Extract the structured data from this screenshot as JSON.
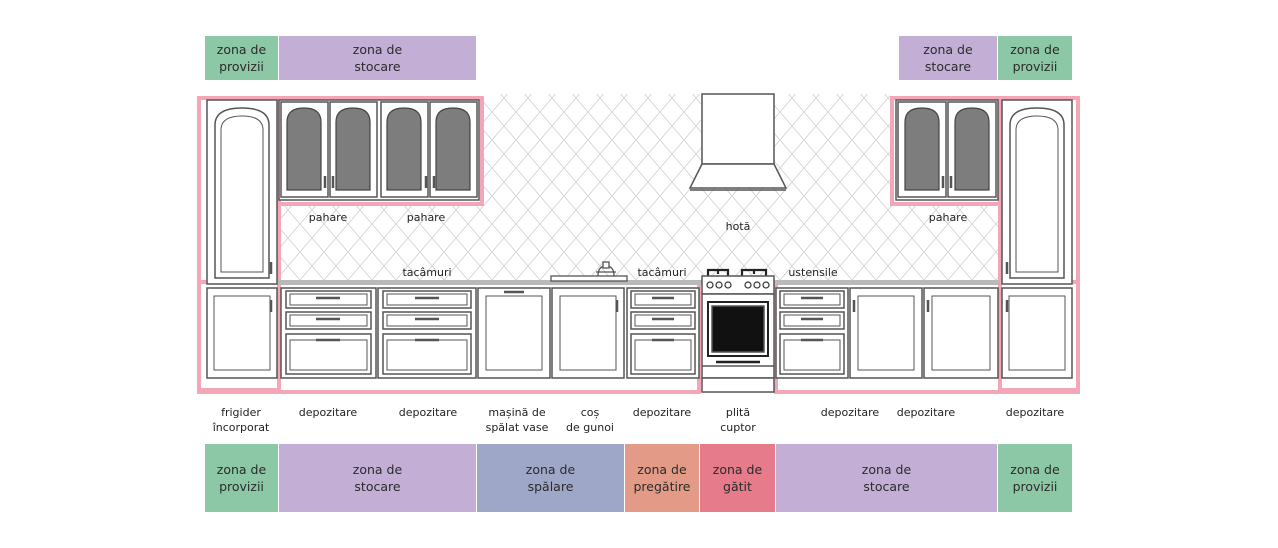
{
  "colors": {
    "provizii": "#8cc8a5",
    "stocare": "#c3aed6",
    "spalare": "#9ea7c8",
    "pregatire": "#e39b88",
    "gatit": "#e57b8b",
    "cabinet_outline": "#f2a6b6"
  },
  "top_zones": [
    {
      "text": "zona de\nprovizii",
      "color": "provizii"
    },
    {
      "text": "zona de\nstocare",
      "color": "stocare"
    },
    {
      "text": "zona de\nstocare",
      "color": "stocare"
    },
    {
      "text": "zona de\nprovizii",
      "color": "provizii"
    }
  ],
  "bottom_zones": [
    {
      "text": "zona de\nprovizii",
      "color": "provizii"
    },
    {
      "text": "zona de\nstocare",
      "color": "stocare"
    },
    {
      "text": "zona de\nspălare",
      "color": "spalare"
    },
    {
      "text": "zona de\npregătire",
      "color": "pregatire"
    },
    {
      "text": "zona de\ngătit",
      "color": "gatit"
    },
    {
      "text": "zona de\nstocare",
      "color": "stocare"
    },
    {
      "text": "zona de\nprovizii",
      "color": "provizii"
    }
  ],
  "wall_labels": [
    "pahare",
    "pahare",
    "hotă",
    "pahare",
    "tacâmuri",
    "tacâmuri",
    "ustensile"
  ],
  "appliance_labels": [
    "frigider\nîncorporat",
    "depozitare",
    "depozitare",
    "mașină de\nspălat vase",
    "coș\nde gunoi",
    "depozitare",
    "plită\ncuptor",
    "depozitare",
    "depozitare",
    "depozitare"
  ]
}
